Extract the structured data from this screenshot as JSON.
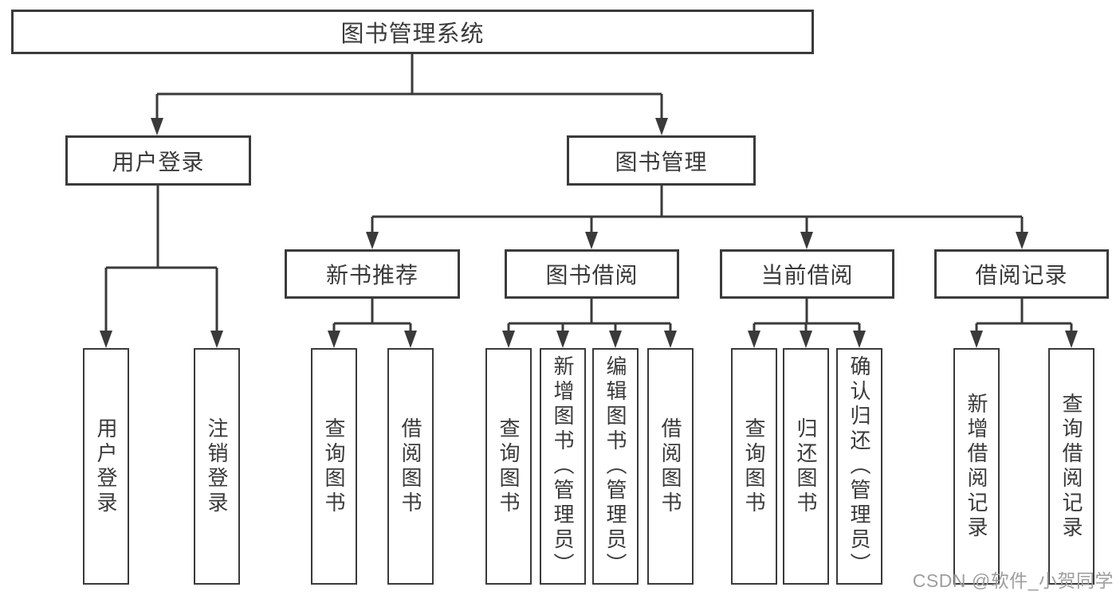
{
  "diagram": {
    "title": "图书管理系统",
    "level2": [
      {
        "label": "用户登录"
      },
      {
        "label": "图书管理"
      }
    ],
    "level3": [
      {
        "label": "新书推荐",
        "parent": "图书管理"
      },
      {
        "label": "图书借阅",
        "parent": "图书管理"
      },
      {
        "label": "当前借阅",
        "parent": "图书管理"
      },
      {
        "label": "借阅记录",
        "parent": "图书管理"
      }
    ],
    "leaves": [
      {
        "label": "用户登录",
        "parent": "用户登录"
      },
      {
        "label": "注销登录",
        "parent": "用户登录"
      },
      {
        "label": "查询图书",
        "parent": "新书推荐"
      },
      {
        "label": "借阅图书",
        "parent": "新书推荐"
      },
      {
        "label": "查询图书",
        "parent": "图书借阅"
      },
      {
        "label": "新增图书（管理员）",
        "parent": "图书借阅"
      },
      {
        "label": "编辑图书（管理员）",
        "parent": "图书借阅"
      },
      {
        "label": "借阅图书",
        "parent": "图书借阅"
      },
      {
        "label": "查询图书",
        "parent": "当前借阅"
      },
      {
        "label": "归还图书",
        "parent": "当前借阅"
      },
      {
        "label": "确认归还（管理员）",
        "parent": "当前借阅"
      },
      {
        "label": "新增借阅记录",
        "parent": "借阅记录"
      },
      {
        "label": "查询借阅记录",
        "parent": "借阅记录"
      }
    ]
  },
  "watermark": {
    "text": "CSDN @软件_小贺同学"
  },
  "colors": {
    "line": "#3a3a3a",
    "text": "#3a3a3a",
    "watermark": "#9e9e9e",
    "background": "#ffffff"
  }
}
